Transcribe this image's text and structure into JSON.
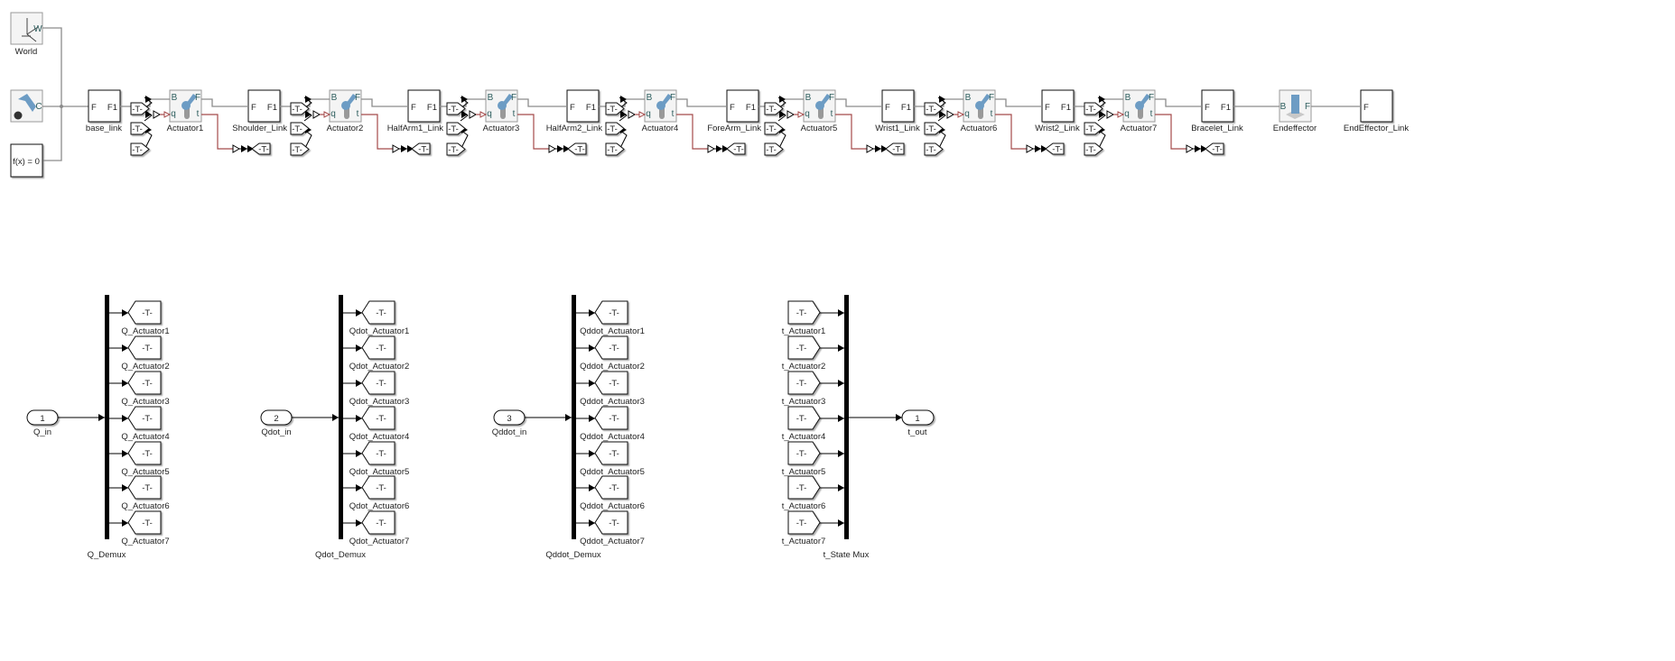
{
  "top": {
    "world": {
      "label": "World",
      "port": "W"
    },
    "config": {
      "port": "C"
    },
    "solver": {
      "text": "f(x) = 0"
    },
    "chain": [
      {
        "kind": "link",
        "label": "base_link",
        "in": "F",
        "out": "F1"
      },
      {
        "kind": "joint",
        "label": "Actuator1"
      },
      {
        "kind": "link",
        "label": "Shoulder_Link",
        "in": "F",
        "out": "F1"
      },
      {
        "kind": "joint",
        "label": "Actuator2"
      },
      {
        "kind": "link",
        "label": "HalfArm1_Link",
        "in": "F",
        "out": "F1"
      },
      {
        "kind": "joint",
        "label": "Actuator3"
      },
      {
        "kind": "link",
        "label": "HalfArm2_Link",
        "in": "F",
        "out": "F1"
      },
      {
        "kind": "joint",
        "label": "Actuator4"
      },
      {
        "kind": "link",
        "label": "ForeArm_Link",
        "in": "F",
        "out": "F1"
      },
      {
        "kind": "joint",
        "label": "Actuator5"
      },
      {
        "kind": "link",
        "label": "Wrist1_Link",
        "in": "F",
        "out": "F1"
      },
      {
        "kind": "joint",
        "label": "Actuator6"
      },
      {
        "kind": "link",
        "label": "Wrist2_Link",
        "in": "F",
        "out": "F1"
      },
      {
        "kind": "joint",
        "label": "Actuator7"
      },
      {
        "kind": "link",
        "label": "Bracelet_Link",
        "in": "F",
        "out": "F1"
      },
      {
        "kind": "weld",
        "label": "Endeffector",
        "in": "B",
        "out": "F"
      },
      {
        "kind": "end",
        "label": "EndEffector_Link",
        "in": "F"
      }
    ],
    "joint_ports": {
      "b": "B",
      "f": "F",
      "q": "q",
      "t": "t"
    },
    "tag": "-T-"
  },
  "bottom": {
    "groups": [
      {
        "type": "demux",
        "inport_num": "1",
        "inport_label": "Q_in",
        "bus_label": "Q_Demux",
        "tag": "-T-",
        "tags": [
          "Q_Actuator1",
          "Q_Actuator2",
          "Q_Actuator3",
          "Q_Actuator4",
          "Q_Actuator5",
          "Q_Actuator6",
          "Q_Actuator7"
        ]
      },
      {
        "type": "demux",
        "inport_num": "2",
        "inport_label": "Qdot_in",
        "bus_label": "Qdot_Demux",
        "tag": "-T-",
        "tags": [
          "Qdot_Actuator1",
          "Qdot_Actuator2",
          "Qdot_Actuator3",
          "Qdot_Actuator4",
          "Qdot_Actuator5",
          "Qdot_Actuator6",
          "Qdot_Actuator7"
        ]
      },
      {
        "type": "demux",
        "inport_num": "3",
        "inport_label": "Qddot_in",
        "bus_label": "Qddot_Demux",
        "tag": "-T-",
        "tags": [
          "Qddot_Actuator1",
          "Qddot_Actuator2",
          "Qddot_Actuator3",
          "Qddot_Actuator4",
          "Qddot_Actuator5",
          "Qddot_Actuator6",
          "Qddot_Actuator7"
        ]
      },
      {
        "type": "mux",
        "outport_num": "1",
        "outport_label": "t_out",
        "bus_label": "t_State Mux",
        "tag": "-T-",
        "tags": [
          "t_Actuator1",
          "t_Actuator2",
          "t_Actuator3",
          "t_Actuator4",
          "t_Actuator5",
          "t_Actuator6",
          "t_Actuator7"
        ]
      }
    ]
  },
  "colors": {
    "physical_line": "#8c8c8c",
    "torque_line": "#a54a4a",
    "joint_blue": "#6d9cc4"
  }
}
